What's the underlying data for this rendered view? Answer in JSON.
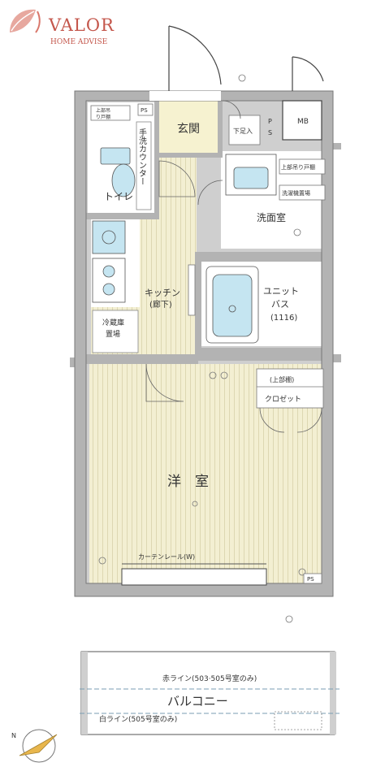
{
  "logo": {
    "brand": "VALOR",
    "tagline": "HOME ADVISE"
  },
  "rooms": {
    "entrance": "玄関",
    "shoe_storage": "下足入",
    "ps_top_left": "PS",
    "ps_top_right_1": "P",
    "ps_top_right_2": "S",
    "mb": "MB",
    "toilet_shelf_1": "上部吊",
    "toilet_shelf_2": "り戸棚",
    "toilet_counter": "手洗カウンター",
    "toilet": "トイレ",
    "washroom_upper": "上部吊り戸棚",
    "washer_space": "洗濯機置場",
    "washroom": "洗面室",
    "kitchen": "キッチン",
    "corridor": "(廊下)",
    "fridge_1": "冷蔵庫",
    "fridge_2": "置場",
    "bath_1": "ユニット",
    "bath_2": "バス",
    "bath_3": "(1116)",
    "upper_shelf": "(上部棚)",
    "closet": "クロゼット",
    "western_room": "洋　室",
    "curtain_rail": "カーテンレール(W)",
    "ps_bottom": "PS",
    "line_a": "赤ライン(503·505号室のみ)",
    "balcony": "バルコニー",
    "line_b": "白ライン(505号室のみ)"
  },
  "compass": {
    "north": "N"
  },
  "colors": {
    "wall": "#b3b3b3",
    "floor_wood": "#f3efd2",
    "entrance": "#f6f2d0",
    "wet_area": "#ffffff",
    "fixture_blue": "#c5e5f1",
    "frame": "#555555",
    "logo_accent": "#d9776b"
  }
}
